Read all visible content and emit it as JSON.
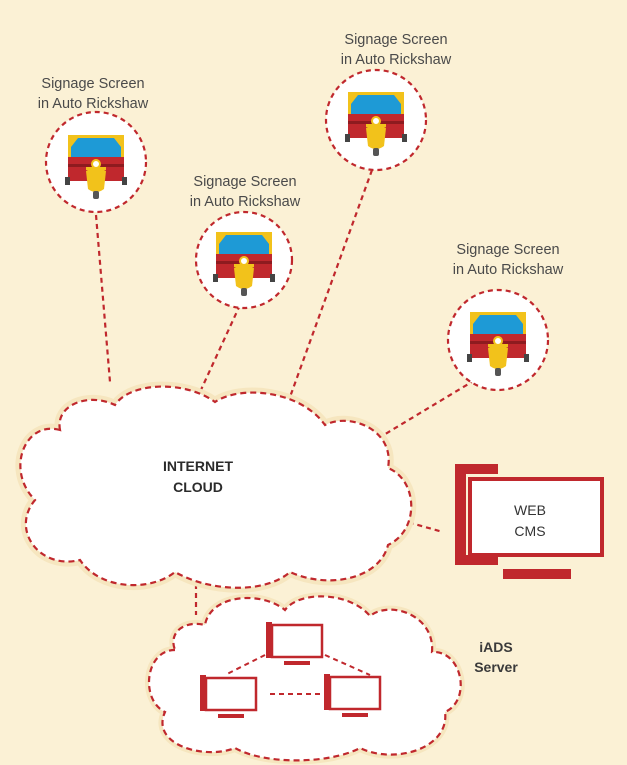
{
  "nodes": {
    "rickshaw_1": {
      "label_line1": "Signage Screen",
      "label_line2": "in Auto Rickshaw"
    },
    "rickshaw_2": {
      "label_line1": "Signage Screen",
      "label_line2": "in Auto Rickshaw"
    },
    "rickshaw_3": {
      "label_line1": "Signage Screen",
      "label_line2": "in Auto Rickshaw"
    },
    "rickshaw_4": {
      "label_line1": "Signage Screen",
      "label_line2": "in Auto Rickshaw"
    }
  },
  "internet_cloud": {
    "line1": "INTERNET",
    "line2": "CLOUD"
  },
  "web_cms": {
    "line1": "WEB",
    "line2": "CMS"
  },
  "iads_server": {
    "line1": "iADS",
    "line2": "Server"
  },
  "colors": {
    "background": "#fbf1d5",
    "accent_red": "#c0282d",
    "cloud_fill": "#ffffff",
    "rickshaw_blue": "#1e9ad6",
    "rickshaw_yellow": "#f2c21b"
  }
}
